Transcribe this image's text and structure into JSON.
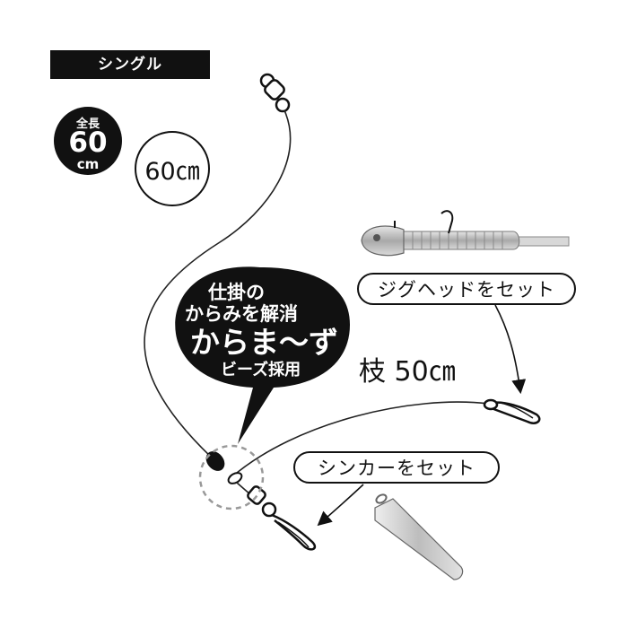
{
  "badge": {
    "label": "シングル"
  },
  "total_length": {
    "line1": "全長",
    "line2": "60",
    "line3": "cm"
  },
  "length_label": "60㎝",
  "bubble": {
    "line1": "仕掛の",
    "line2": "からみを解消",
    "line3": "からま〜ず",
    "line4": "ビーズ採用"
  },
  "jig_label": "ジグヘッドをセット",
  "branch_label": "枝 50㎝",
  "sinker_label": "シンカーをセット",
  "colors": {
    "ink": "#111111",
    "lure_gray": "#b5b5b5",
    "sinker_gray": "#c9c9c9",
    "guide_dash": "#999999"
  }
}
